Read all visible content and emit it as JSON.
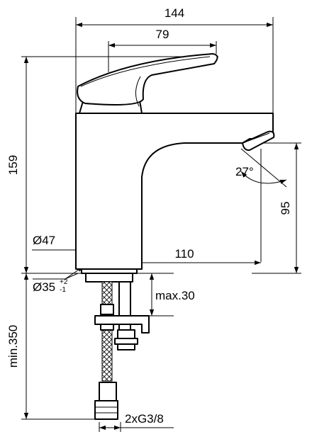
{
  "dimensions": {
    "overall_width": "144",
    "handle_width": "79",
    "overall_height": "159",
    "spout_angle": "27°",
    "spout_height": "95",
    "body_diameter": "Ø47",
    "spout_reach": "110",
    "base_diameter": "Ø35",
    "base_tolerance_upper": "+2",
    "base_tolerance_lower": "-1",
    "max_thickness": "max.30",
    "hose_length": "min.350",
    "connections": "2xG3/8"
  }
}
